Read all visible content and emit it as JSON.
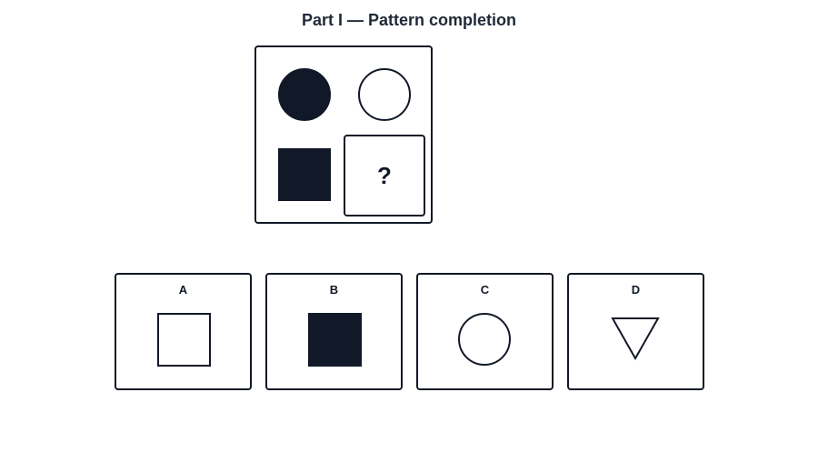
{
  "title": "Part I — Pattern completion",
  "colors": {
    "ink": "#111827",
    "fill": "#111827",
    "background": "#ffffff"
  },
  "matrix": {
    "cells": [
      {
        "shape": "circle",
        "style": "filled"
      },
      {
        "shape": "circle",
        "style": "outline"
      },
      {
        "shape": "square",
        "style": "filled"
      },
      {
        "shape": "unknown",
        "label": "?"
      }
    ]
  },
  "options": [
    {
      "label": "A",
      "shape": "square",
      "style": "outline"
    },
    {
      "label": "B",
      "shape": "square",
      "style": "filled"
    },
    {
      "label": "C",
      "shape": "circle",
      "style": "outline"
    },
    {
      "label": "D",
      "shape": "triangle-down",
      "style": "outline"
    }
  ]
}
